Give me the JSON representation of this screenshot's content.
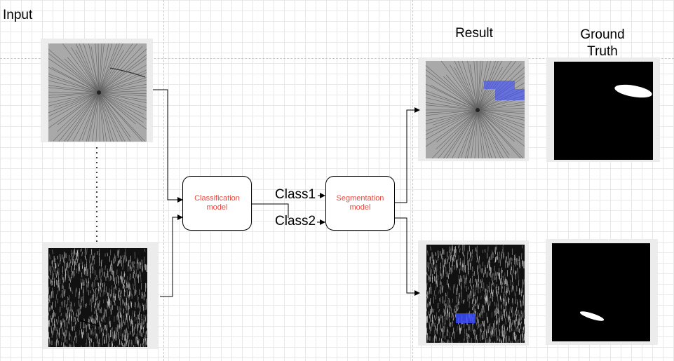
{
  "labels": {
    "input": "Input",
    "result": "Result",
    "ground_truth_line1": "Ground",
    "ground_truth_line2": "Truth"
  },
  "models": {
    "classification": "Classification\nmodel",
    "segmentation": "Segmentation\nmodel"
  },
  "classes": {
    "class1": "Class1",
    "class2": "Class2"
  },
  "colors": {
    "model_text": "#e8483d",
    "highlight": "#3a4cff",
    "mask_background": "#000000",
    "mask_object": "#ffffff"
  }
}
